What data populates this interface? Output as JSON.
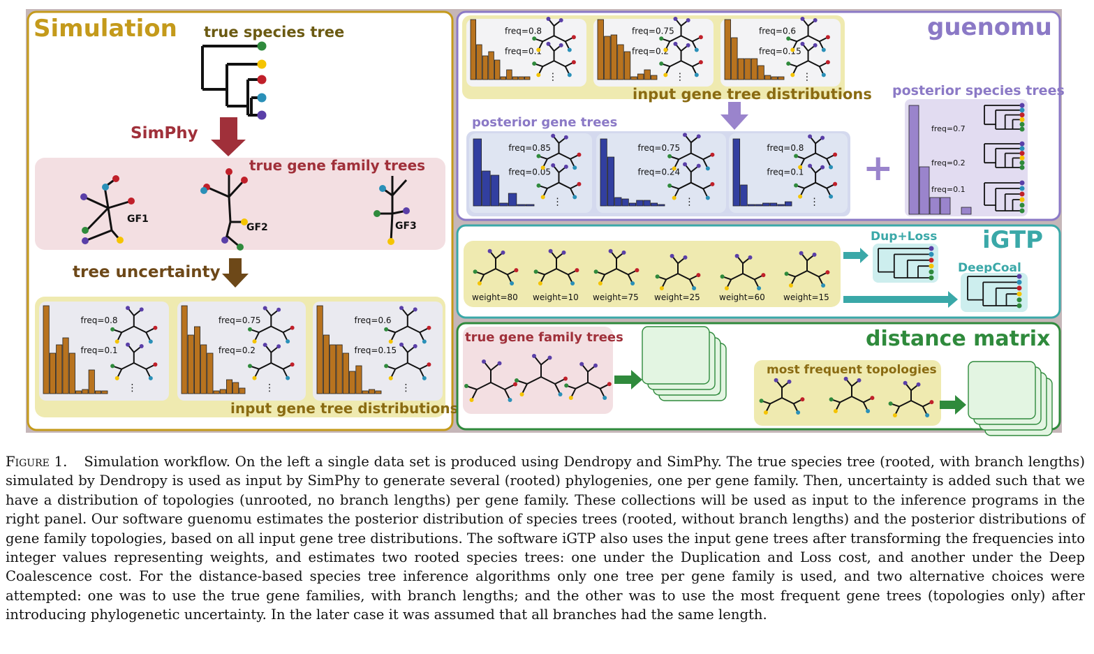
{
  "left_panel": {
    "title": "Simulation",
    "species_tree_label": "true species tree",
    "arrow1_label": "SimPhy",
    "gene_family_label": "true gene family trees",
    "gf_labels": [
      "GF1",
      "GF2",
      "GF3"
    ],
    "arrow2_label": "tree uncertainty",
    "distributions_label": "input gene tree distributions",
    "cards": [
      {
        "freq_top": "freq=0.8",
        "freq_bottom": "freq=0.1"
      },
      {
        "freq_top": "freq=0.75",
        "freq_bottom": "freq=0.2"
      },
      {
        "freq_top": "freq=0.6",
        "freq_bottom": "freq=0.15"
      }
    ]
  },
  "guenomu": {
    "title": "guenomu",
    "input_label": "input gene tree distributions",
    "input_cards": [
      {
        "freq_top": "freq=0.8",
        "freq_bottom": "freq=0.1"
      },
      {
        "freq_top": "freq=0.75",
        "freq_bottom": "freq=0.2"
      },
      {
        "freq_top": "freq=0.6",
        "freq_bottom": "freq=0.15"
      }
    ],
    "posterior_gene_label": "posterior gene trees",
    "posterior_cards": [
      {
        "freq_top": "freq=0.85",
        "freq_bottom": "freq=0.05"
      },
      {
        "freq_top": "freq=0.75",
        "freq_bottom": "freq=0.24"
      },
      {
        "freq_top": "freq=0.8",
        "freq_bottom": "freq=0.1"
      }
    ],
    "plus": "+",
    "posterior_species_label": "posterior species trees",
    "species_freqs": [
      "freq=0.7",
      "freq=0.2",
      "freq=0.1"
    ]
  },
  "igtp": {
    "title": "iGTP",
    "weights": [
      "weight=80",
      "weight=10",
      "weight=75",
      "weight=25",
      "weight=60",
      "weight=15"
    ],
    "dup_loss": "Dup+Loss",
    "deep_coal": "DeepCoal"
  },
  "distance": {
    "title": "distance matrix",
    "true_label": "true gene family trees",
    "frequent_label": "most frequent topologies"
  },
  "caption": {
    "label": "Figure 1.",
    "text": "Simulation workflow. On the left a single data set is produced using Dendropy and SimPhy. The true species tree (rooted, with branch lengths) simulated by Dendropy is used as input by SimPhy to generate several (rooted) phylogenies, one per gene family. Then, uncertainty is added such that we have a distribution of topologies (unrooted, no branch lengths) per gene family. These collections will be used as input to the inference programs in the right panel. Our software guenomu estimates the posterior distribution of species trees (rooted, without branch lengths) and the posterior distributions of gene family topologies, based on all input gene tree distributions. The software iGTP also uses the input gene trees after transforming the frequencies into integer values representing weights, and estimates two rooted species trees: one under the Duplication and Loss cost, and another under the Deep Coalescence cost. For the distance-based species tree inference algorithms only one tree per gene family is used, and two alternative choices were attempted: one was to use the true gene families, with branch lengths; and the other was to use the most frequent gene trees (topologies only) after introducing phylogenetic uncertainty. In the later case it was assumed that all branches had the same length."
  },
  "colors": {
    "frame": "#c5b6b8",
    "left_border": "#c49a1b",
    "guenomu_border": "#8b79c6",
    "igtp_border": "#3aa8a8",
    "distance_border": "#2f8a3c",
    "bar_orange": "#b8731f",
    "bar_blue": "#323fa0",
    "bar_purple": "#9a84cc",
    "yellow_bg": "#efeab0",
    "pink_bg": "#f3dfe2",
    "simphy_red": "#a0303a",
    "uncertainty_brown": "#6d4818"
  }
}
